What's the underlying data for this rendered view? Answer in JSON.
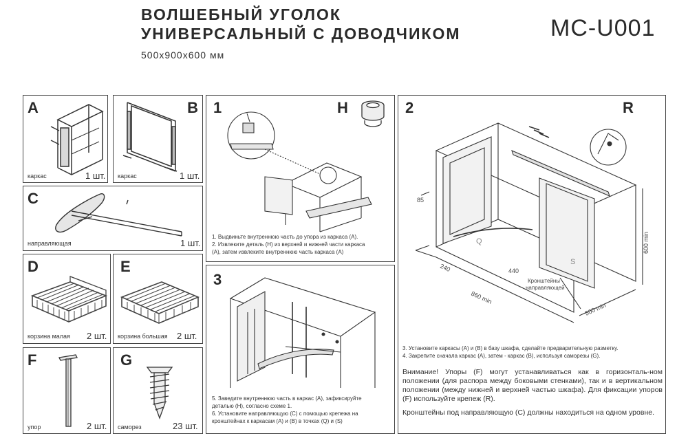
{
  "header": {
    "title_line1": "ВОЛШЕБНЫЙ УГОЛОК",
    "title_line2": "УНИВЕРСАЛЬНЫЙ С ДОВОДЧИКОМ",
    "dimensions": "500х900х600 мм",
    "model": "MC-U001"
  },
  "parts": [
    {
      "letter": "A",
      "name": "каркас",
      "qty": "1 шт."
    },
    {
      "letter": "B",
      "name": "каркас",
      "qty": "1 шт."
    },
    {
      "letter": "C",
      "name": "направляющая",
      "qty": "1 шт."
    },
    {
      "letter": "D",
      "name": "корзина малая",
      "qty": "2 шт."
    },
    {
      "letter": "E",
      "name": "корзина большая",
      "qty": "2 шт."
    },
    {
      "letter": "F",
      "name": "упор",
      "qty": "2 шт."
    },
    {
      "letter": "G",
      "name": "саморез",
      "qty": "23 шт."
    }
  ],
  "step1": {
    "number": "1",
    "part_letter": "H",
    "instructions": [
      "1. Выдвиньте внутреннюю часть до упора из каркаса (А).",
      "2. Извлеките деталь (Н) из верхней и нижней части каркаса",
      "(А), затем извлеките внутреннюю часть каркаса (А)"
    ]
  },
  "step2": {
    "number": "2",
    "part_letter": "R",
    "dim_85": "85",
    "dim_240": "240",
    "dim_440": "440",
    "dim_860": "860 min",
    "dim_500": "500 min",
    "dim_600": "600 min",
    "label_q": "Q",
    "label_s": "S",
    "callout_line1": "Кронштейны",
    "callout_line2": "направляющей",
    "instructions": [
      "3. Установите каркасы (А) и (В) в базу шкафа, сделайте  предварительную разметку.",
      "4. Закрепите сначала каркас (А), затем - каркас (В), используя саморезы (G)."
    ],
    "note1": "Внимание! Упоры (F) могут устанавливаться как в горизонталь-ном положении (для распора между боковыми стенками), так и в вертикальном положении (между нижней и верхней частью шкафа). Для фиксации упоров (F) используйте крепеж (R).",
    "note2": "Кронштейны под направляющую (С) должны  находиться на одном уровне."
  },
  "step3": {
    "number": "3",
    "instructions": [
      "5. Заведите внутреннюю часть в каркас (А), зафиксируйте",
      "деталью (Н), согласно схеме 1.",
      "6. Установите направляющую (С) с помощью крепежа на",
      "кронштейнах к каркасам (А) и (В) в точках (Q) и (S)"
    ]
  }
}
